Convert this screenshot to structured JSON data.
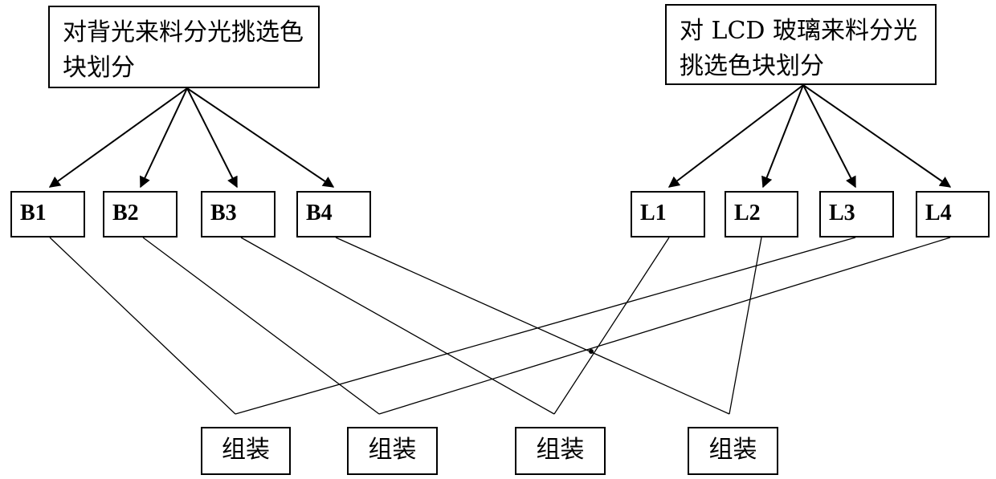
{
  "diagram": {
    "left_source": {
      "label": "对背光来料分光挑选色块划分"
    },
    "right_source": {
      "label": "对 LCD 玻璃来料分光挑选色块划分"
    },
    "backlight_bins": [
      "B1",
      "B2",
      "B3",
      "B4"
    ],
    "lcd_bins": [
      "L1",
      "L2",
      "L3",
      "L4"
    ],
    "assembly_label": "组装",
    "pairings": [
      {
        "assembly": 1,
        "backlight": "B1",
        "lcd": "L3"
      },
      {
        "assembly": 2,
        "backlight": "B2",
        "lcd": "L4"
      },
      {
        "assembly": 3,
        "backlight": "B3",
        "lcd": "L1"
      },
      {
        "assembly": 4,
        "backlight": "B4",
        "lcd": "L2"
      }
    ]
  }
}
